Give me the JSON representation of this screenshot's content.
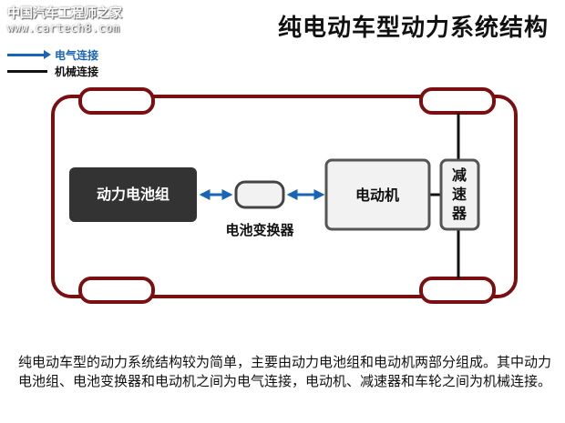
{
  "watermark": {
    "site_name": "中国汽车工程师之家",
    "url": "www.cartech8.com"
  },
  "title": "纯电动车型动力系统结构",
  "legend": {
    "electrical": "电气连接",
    "mechanical": "机械连接"
  },
  "components": {
    "battery_pack": "动力电池组",
    "battery_converter": "电池变换器",
    "motor": "电动机",
    "reducer": [
      "减",
      "速",
      "器"
    ]
  },
  "colors": {
    "frame": "#7a0f12",
    "electrical": "#1a64b5",
    "mechanical": "#111111",
    "battery_fill": "#333333",
    "box_fill": "#f2f2f2",
    "box_border": "#555555"
  },
  "description": "纯电动车型的动力系统结构较为简单，主要由动力电池组和电动机两部分组成。其中动力电池组、电池变换器和电动机之间为电气连接，电动机、减速器和车轮之间为机械连接。"
}
